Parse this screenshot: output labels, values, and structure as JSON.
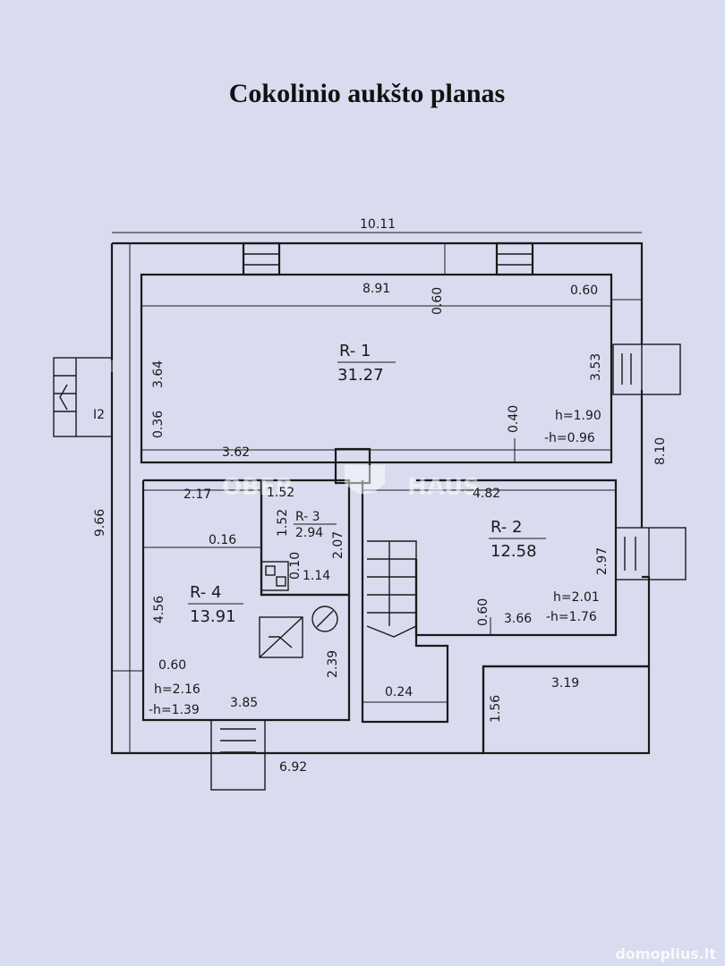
{
  "title": "Cokolinio aukšto planas",
  "watermark": {
    "left": "OBER",
    "right": "HAUS"
  },
  "brand": "domoplius.lt",
  "rooms": {
    "r1": {
      "name": "R- 1",
      "area": "31.27",
      "h": "h=1.90",
      "neg_h": "-h=0.96"
    },
    "r2": {
      "name": "R- 2",
      "area": "12.58",
      "h": "h=2.01",
      "neg_h": "-h=1.76"
    },
    "r3": {
      "name": "R- 3",
      "area": "2.94"
    },
    "r4": {
      "name": "R- 4",
      "area": "13.91",
      "h": "h=2.16",
      "neg_h": "-h=1.39"
    }
  },
  "dims": {
    "d10_11": "10.11",
    "d8_91": "8.91",
    "d0_60_top": "0.60",
    "d0_60_tr": "0.60",
    "d3_64": "3.64",
    "d0_36": "0.36",
    "d3_62": "3.62",
    "d12": "I2",
    "d3_53": "3.53",
    "d0_40": "0.40",
    "d8_10": "8.10",
    "d9_66": "9.66",
    "d2_17": "2.17",
    "d1_52_h": "1.52",
    "d1_52_v": "1.52",
    "d4_82": "4.82",
    "d0_16": "0.16",
    "d2_07": "2.07",
    "d0_10": "0.10",
    "d1_14": "1.14",
    "d2_97": "2.97",
    "d4_56": "4.56",
    "d0_60_r2": "0.60",
    "d3_66": "3.66",
    "d2_39": "2.39",
    "d0_60_r4": "0.60",
    "d0_24": "0.24",
    "d1_56": "1.56",
    "d3_19": "3.19",
    "d3_85": "3.85",
    "d6_92": "6.92"
  }
}
